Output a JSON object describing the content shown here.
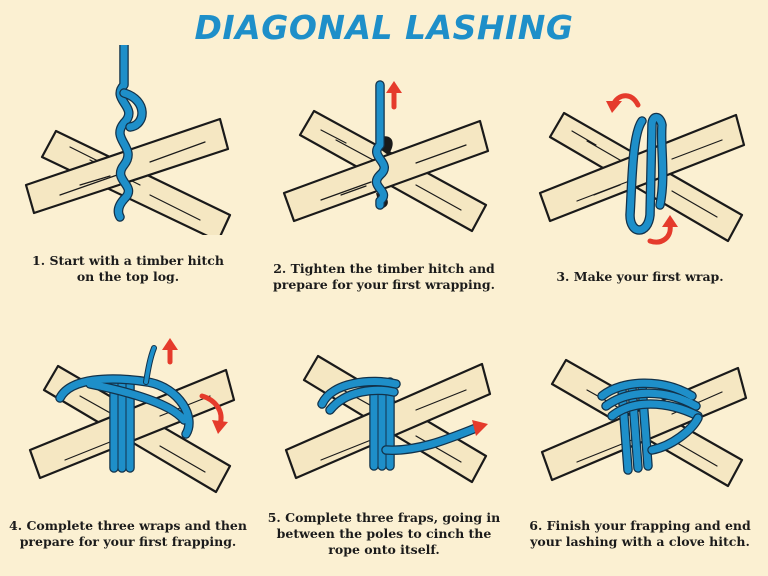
{
  "title": "DIAGONAL LASHING",
  "colors": {
    "rope": "#1e8fc9",
    "arrow": "#e53b2c",
    "background": "#fbf0d2",
    "title": "#1e8fc9"
  },
  "steps": [
    {
      "caption_lines": [
        "1. Start with a timber hitch",
        "on the top log."
      ]
    },
    {
      "caption_lines": [
        "2. Tighten the timber hitch and",
        "prepare for your first wrapping."
      ]
    },
    {
      "caption_lines": [
        "3. Make your first wrap."
      ]
    },
    {
      "caption_lines": [
        "4. Complete three wraps and then",
        "prepare for your first frapping."
      ]
    },
    {
      "caption_lines": [
        "5. Complete three fraps, going in",
        "between the poles to cinch the",
        "rope onto itself."
      ]
    },
    {
      "caption_lines": [
        "6. Finish your frapping and end",
        "your lashing with a clove hitch."
      ]
    }
  ]
}
